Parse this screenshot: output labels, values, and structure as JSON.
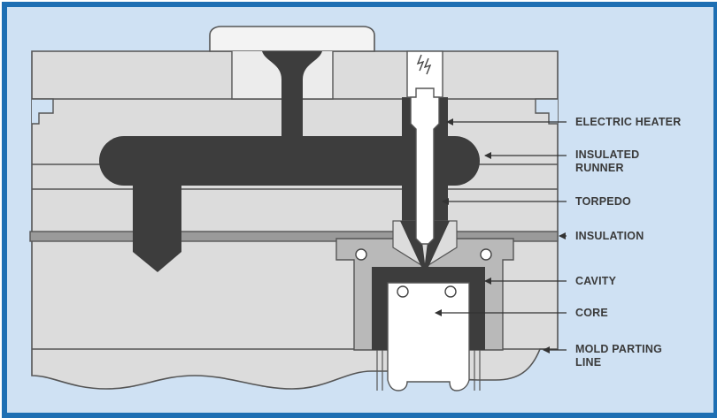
{
  "diagram": {
    "colors": {
      "frame_border": "#1e6fb3",
      "background": "#cfe1f3",
      "plate_fill": "#dcdcdc",
      "plate_stroke": "#555555",
      "runner_fill": "#3d3d3d",
      "insulation_fill": "#9a9a9a",
      "cavity_block_fill": "#b9b9b9",
      "white_part": "#ffffff"
    },
    "labels": {
      "electric_heater": "ELECTRIC HEATER",
      "insulated_runner_line1": "INSULATED",
      "insulated_runner_line2": "RUNNER",
      "torpedo": "TORPEDO",
      "insulation": "INSULATION",
      "cavity": "CAVITY",
      "core": "CORE",
      "mold_parting_line1": "MOLD PARTING",
      "mold_parting_line2": "LINE"
    }
  }
}
